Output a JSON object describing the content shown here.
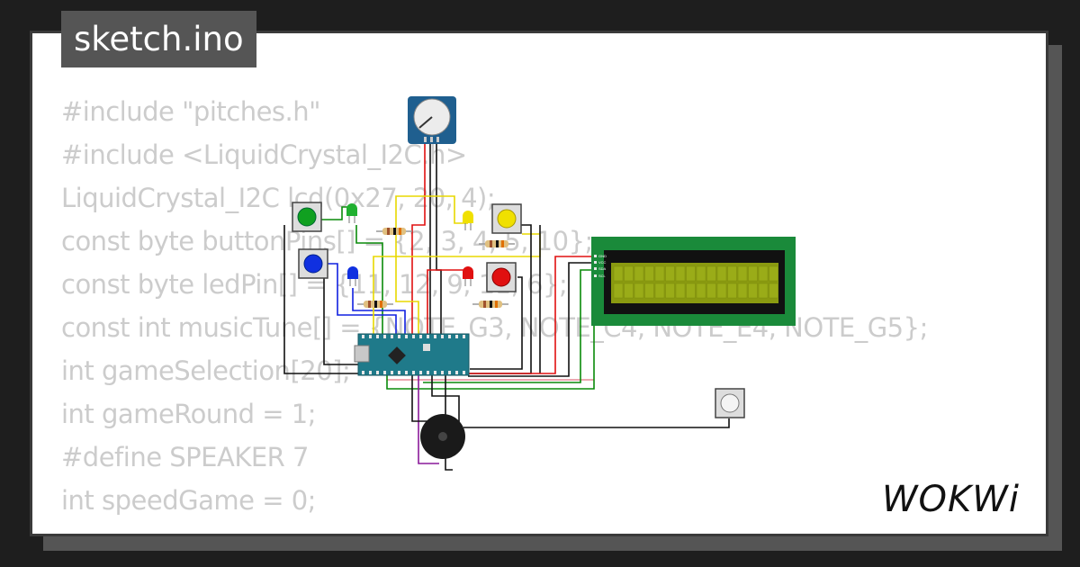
{
  "title": "sketch.ino",
  "code_lines": [
    "#include \"pitches.h\"",
    "#include <LiquidCrystal_I2C.h>",
    "LiquidCrystal_I2C lcd(0x27, 20, 4);",
    "const byte buttonPins[] = {2, 3, 4, 5, 10};",
    "const byte ledPin[] = {11, 12, 9, 11, 6};",
    "const int musicTune[] = {NOTE_G3, NOTE_C4, NOTE_E4, NOTE_G5};",
    "int gameSelection[20];",
    "int gameRound = 1;",
    "#define SPEAKER 7",
    "int speedGame = 0;"
  ],
  "brand": "WOKWi",
  "lcd_pins": [
    "GND",
    "VCC",
    "SDA",
    "SCL"
  ],
  "colors": {
    "page_background": "#1e1e1e",
    "card": "#ffffff",
    "tag": "#555555",
    "code_text": "#cccccc",
    "lcd_board": "#1a8a3a",
    "lcd_screen": "#8a9a10",
    "arduino": "#1f7a8a",
    "pot": "#1f5f8f"
  }
}
